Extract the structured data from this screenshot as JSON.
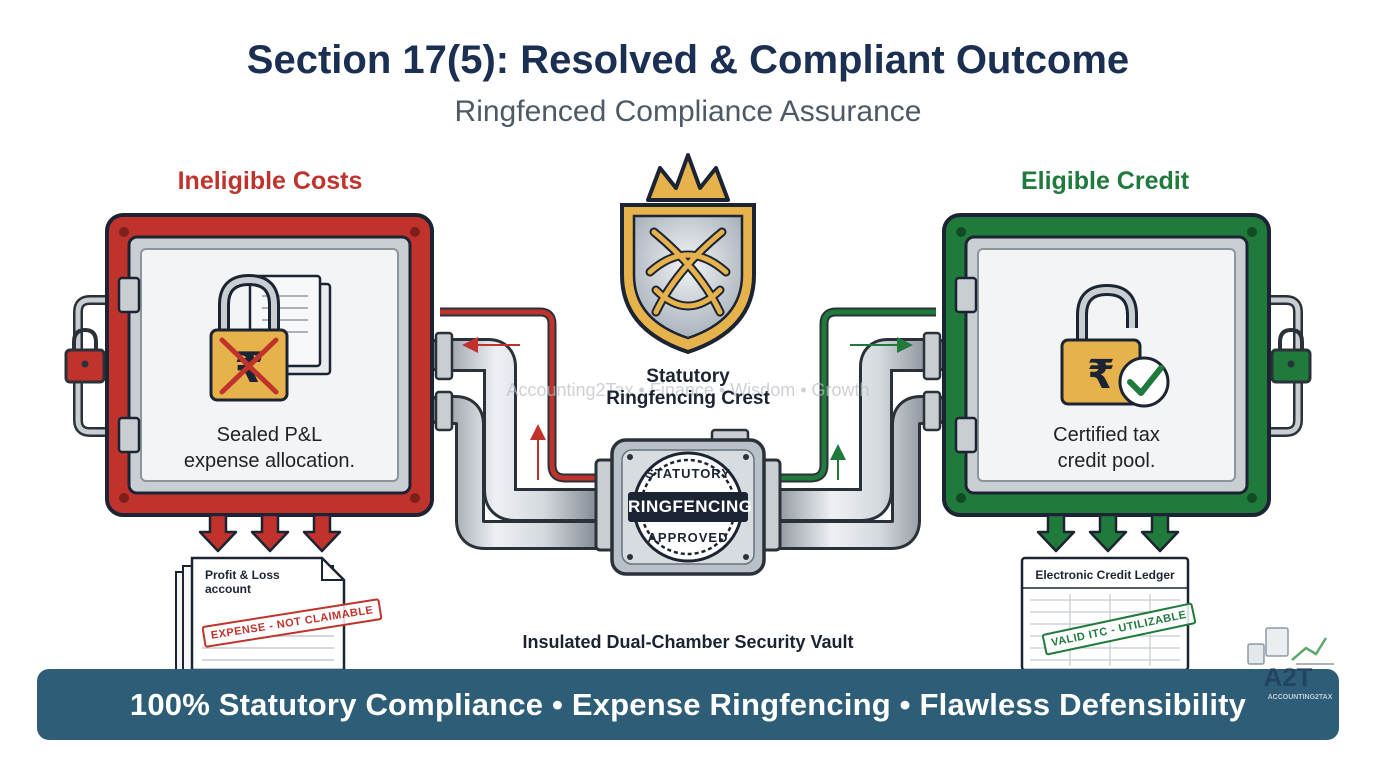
{
  "header": {
    "title": "Section 17(5): Resolved & Compliant Outcome",
    "subtitle": "Ringfenced Compliance Assurance"
  },
  "left_vault": {
    "heading": "Ineligible Costs",
    "line1": "Sealed P&L",
    "line2": "expense allocation.",
    "doc_title_line1": "Profit & Loss",
    "doc_title_line2": "account",
    "stamp": "EXPENSE - NOT CLAIMABLE",
    "color": "#c0332c"
  },
  "right_vault": {
    "heading": "Eligible Credit",
    "line1": "Certified tax",
    "line2": "credit pool.",
    "doc_title": "Electronic Credit Ledger",
    "stamp": "VALID ITC - UTILIZABLE",
    "color": "#1f7a3c"
  },
  "crest": {
    "label_line1": "Statutory",
    "label_line2": "Ringfencing Crest"
  },
  "seal": {
    "top_text": "STATUTORY",
    "center_text": "RINGFENCING",
    "bottom_text": "APPROVED"
  },
  "watermark": "Accounting2Tax • Finance • Wisdom • Growth",
  "vault_caption": "Insulated Dual-Chamber Security Vault",
  "logo": {
    "letters": "A2T",
    "text": "ACCOUNTING2TAX"
  },
  "banner": {
    "text": "100% Statutory Compliance • Expense Ringfencing • Flawless Defensibility"
  },
  "colors": {
    "navy": "#1b2f52",
    "red": "#c0332c",
    "green": "#1f7a3c",
    "banner": "#2e5d77",
    "gold": "#e6b24c"
  }
}
